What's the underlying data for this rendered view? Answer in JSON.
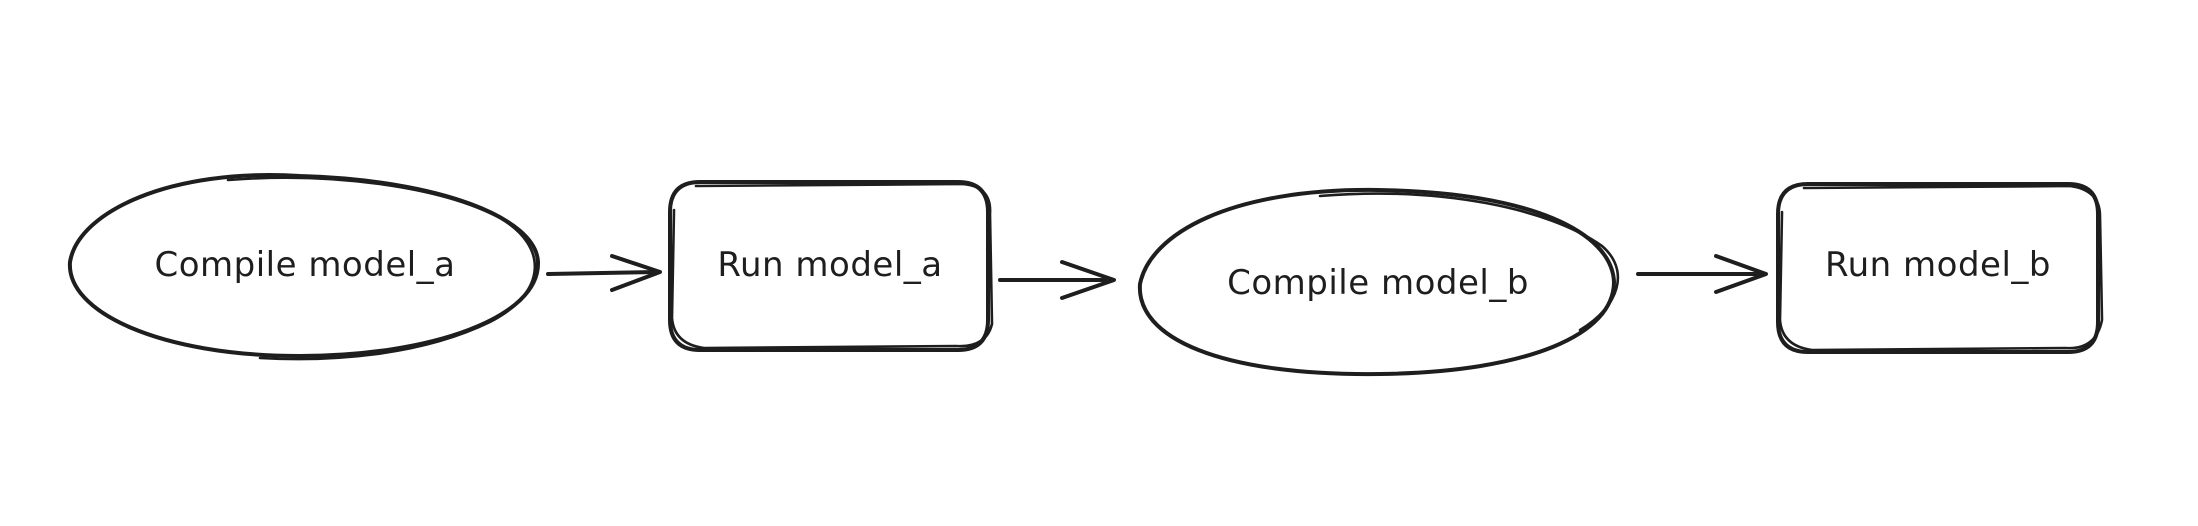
{
  "diagram": {
    "nodes": [
      {
        "id": "compile-a",
        "shape": "ellipse",
        "label": "Compile model_a"
      },
      {
        "id": "run-a",
        "shape": "rounded-rect",
        "label": "Run model_a"
      },
      {
        "id": "compile-b",
        "shape": "ellipse",
        "label": "Compile model_b"
      },
      {
        "id": "run-b",
        "shape": "rounded-rect",
        "label": "Run model_b"
      }
    ],
    "edges": [
      {
        "from": "compile-a",
        "to": "run-a"
      },
      {
        "from": "run-a",
        "to": "compile-b"
      },
      {
        "from": "compile-b",
        "to": "run-b"
      }
    ],
    "stroke_color": "#1e1e1e",
    "background_color": "#ffffff"
  }
}
